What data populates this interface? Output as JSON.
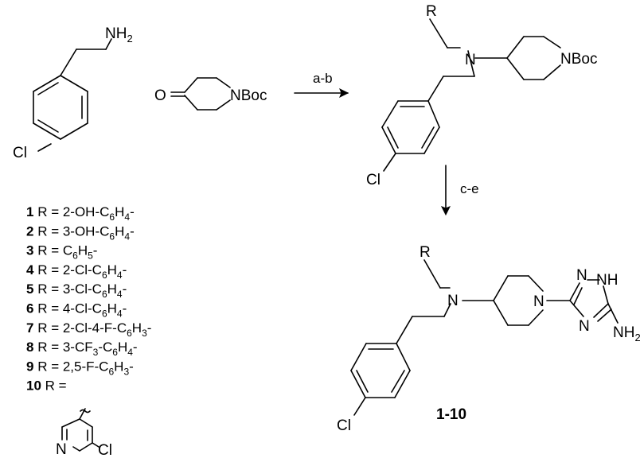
{
  "reagents": {
    "amine": {
      "nh2": "NH",
      "nh2_sub": "2",
      "cl": "Cl"
    },
    "piperidone": {
      "o": "O",
      "n": "NBoc"
    }
  },
  "arrows": {
    "step1": "a-b",
    "step2": "c-e"
  },
  "intermediate": {
    "r": "R",
    "n": "N",
    "nboc": "NBoc",
    "cl": "Cl"
  },
  "product": {
    "r": "R",
    "n1": "N",
    "n2": "N",
    "cl": "Cl",
    "triazole_n1": "N",
    "triazole_nh": "NH",
    "triazole_n4": "N",
    "nh2": "NH",
    "nh2_sub": "2",
    "label": "1-10"
  },
  "r_groups": [
    {
      "num": "1",
      "parts": [
        [
          "R = 2-OH-C",
          ""
        ],
        [
          "6",
          "s"
        ],
        [
          "H",
          ""
        ],
        [
          "4",
          "s"
        ],
        [
          "-",
          ""
        ]
      ]
    },
    {
      "num": "2",
      "parts": [
        [
          "R = 3-OH-C",
          ""
        ],
        [
          "6",
          "s"
        ],
        [
          "H",
          ""
        ],
        [
          "4",
          "s"
        ],
        [
          "-",
          ""
        ]
      ]
    },
    {
      "num": "3",
      "parts": [
        [
          "R = C",
          ""
        ],
        [
          "6",
          "s"
        ],
        [
          "H",
          ""
        ],
        [
          "5",
          "s"
        ],
        [
          "-",
          ""
        ]
      ]
    },
    {
      "num": "4",
      "parts": [
        [
          "R = 2-Cl-C",
          ""
        ],
        [
          "6",
          "s"
        ],
        [
          "H",
          ""
        ],
        [
          "4",
          "s"
        ],
        [
          "-",
          ""
        ]
      ]
    },
    {
      "num": "5",
      "parts": [
        [
          "R = 3-Cl-C",
          ""
        ],
        [
          "6",
          "s"
        ],
        [
          "H",
          ""
        ],
        [
          "4",
          "s"
        ],
        [
          "-",
          ""
        ]
      ]
    },
    {
      "num": "6",
      "parts": [
        [
          "R = 4-Cl-C",
          ""
        ],
        [
          "6",
          "s"
        ],
        [
          "H",
          ""
        ],
        [
          "4",
          "s"
        ],
        [
          "-",
          ""
        ]
      ]
    },
    {
      "num": "7",
      "parts": [
        [
          "R = 2-Cl-4-F-C",
          ""
        ],
        [
          "6",
          "s"
        ],
        [
          "H",
          ""
        ],
        [
          "3",
          "s"
        ],
        [
          "-",
          ""
        ]
      ]
    },
    {
      "num": "8",
      "parts": [
        [
          "R = 3-CF",
          ""
        ],
        [
          "3",
          "s"
        ],
        [
          "-C",
          ""
        ],
        [
          "6",
          "s"
        ],
        [
          "H",
          ""
        ],
        [
          "4",
          "s"
        ],
        [
          "-",
          ""
        ]
      ]
    },
    {
      "num": "9",
      "parts": [
        [
          "R = 2,5-F-C",
          ""
        ],
        [
          "6",
          "s"
        ],
        [
          "H",
          ""
        ],
        [
          "3",
          "s"
        ],
        [
          "-",
          ""
        ]
      ]
    },
    {
      "num": "10",
      "parts": [
        [
          "R =",
          ""
        ]
      ]
    }
  ],
  "pyridyl": {
    "n": "N",
    "cl": "Cl"
  }
}
